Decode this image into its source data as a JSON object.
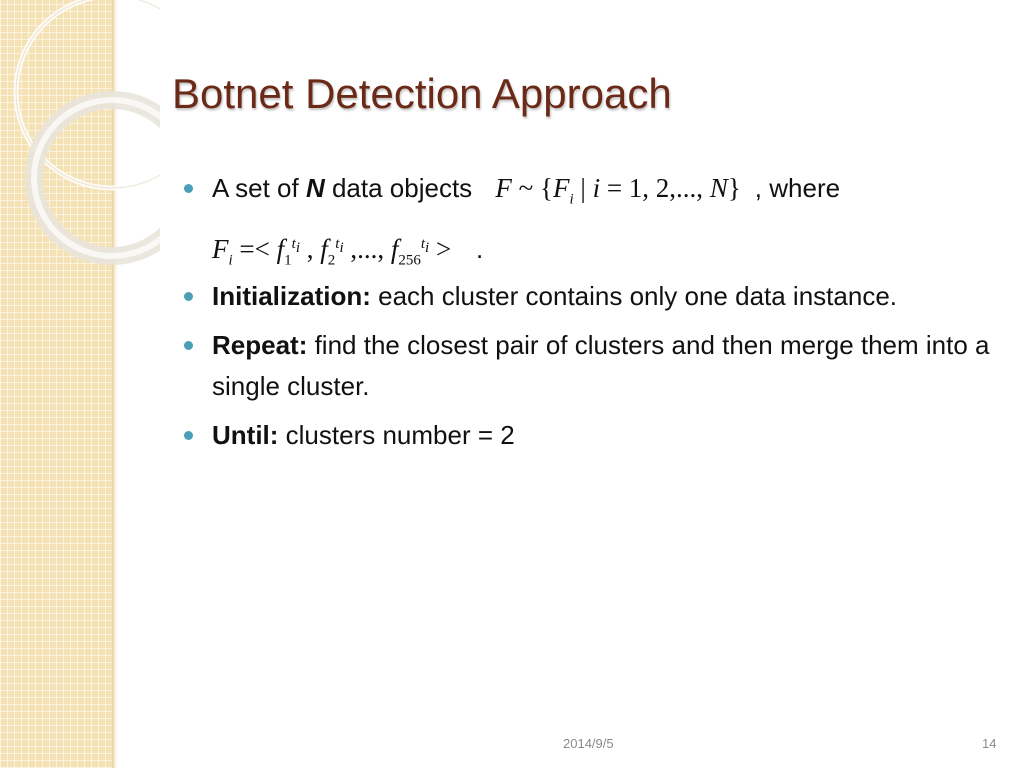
{
  "slide": {
    "title": "Botnet Detection Approach",
    "bullets": [
      {
        "pre": "A set of ",
        "bold_italic": "N",
        "post": " data objects",
        "formula_set": "F ~ {F_i | i = 1, 2,..., N}",
        "after_formula": ", where",
        "formula_vector": "F_i =< f_1^{t_i}, f_2^{t_i},..., f_256^{t_i} >",
        "end": "."
      },
      {
        "label": "Initialization:",
        "text": " each cluster contains only one data instance."
      },
      {
        "label": "Repeat:",
        "text": " find the closest pair of clusters and then merge them into a single cluster."
      },
      {
        "label": "Until:",
        "text": " clusters number = 2"
      }
    ],
    "footer": {
      "date": "2014/9/5",
      "page": "14"
    }
  },
  "colors": {
    "title": "#6b2a17",
    "bullet": "#4a9fb6",
    "sidebar": "#f5e2b4",
    "footer": "#8a8a8a"
  }
}
